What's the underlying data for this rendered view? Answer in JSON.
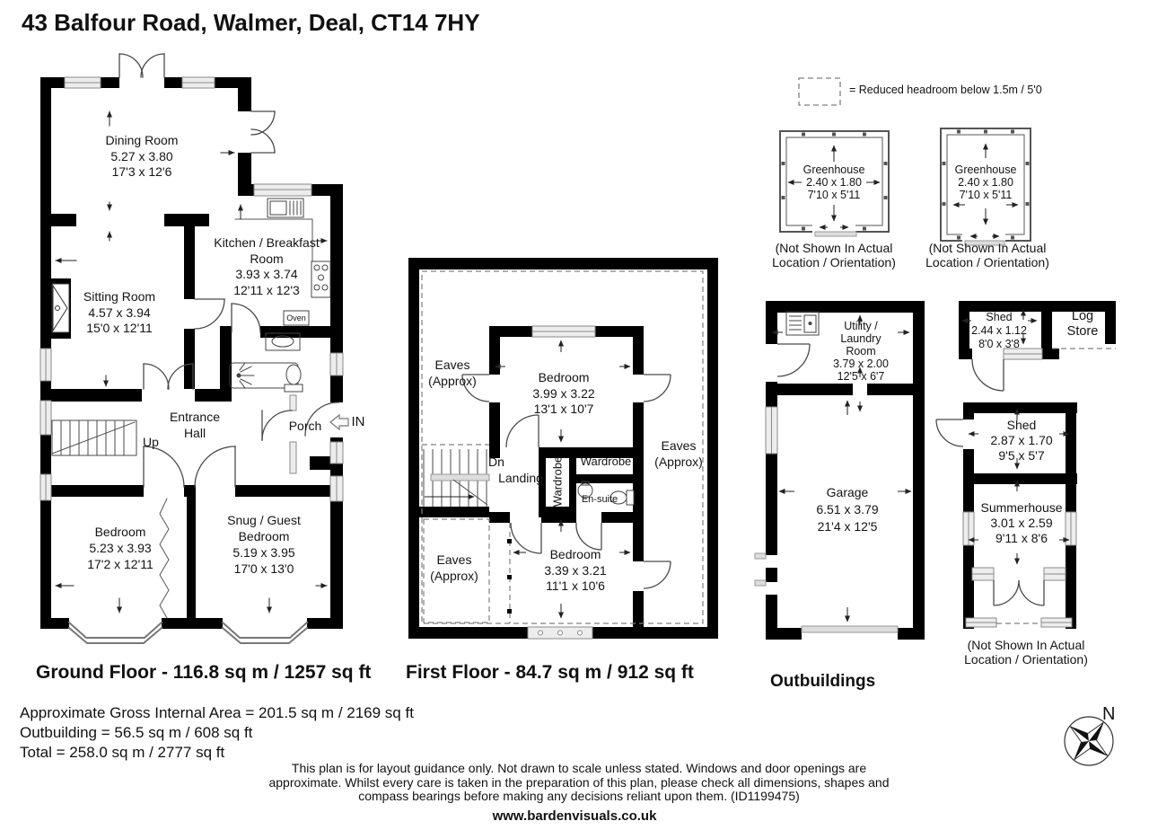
{
  "title": "43 Balfour Road, Walmer, Deal, CT14 7HY",
  "legend": {
    "text": "= Reduced headroom below 1.5m / 5'0"
  },
  "ground_floor": {
    "label": "Ground Floor - 116.8 sq m / 1257 sq ft",
    "rooms": {
      "dining": {
        "name": "Dining Room",
        "metric": "5.27 x 3.80",
        "imperial": "17'3 x 12'6"
      },
      "kitchen": {
        "name": "Kitchen / Breakfast Room",
        "metric": "3.93 x 3.74",
        "imperial": "12'11 x 12'3"
      },
      "sitting": {
        "name": "Sitting Room",
        "metric": "4.57 x 3.94",
        "imperial": "15'0 x 12'11"
      },
      "entrance_hall": {
        "name": "Entrance Hall"
      },
      "porch": {
        "name": "Porch"
      },
      "bedroom": {
        "name": "Bedroom",
        "metric": "5.23 x 3.93",
        "imperial": "17'2 x 12'11"
      },
      "snug": {
        "name": "Snug / Guest Bedroom",
        "metric": "5.19 x 3.95",
        "imperial": "17'0 x 13'0"
      }
    },
    "annotations": {
      "up": "Up",
      "in": "IN",
      "oven": "Oven"
    }
  },
  "first_floor": {
    "label": "First Floor - 84.7 sq m / 912 sq ft",
    "rooms": {
      "bedroom1": {
        "name": "Bedroom",
        "metric": "3.99 x 3.22",
        "imperial": "13'1 x 10'7"
      },
      "bedroom2": {
        "name": "Bedroom",
        "metric": "3.39 x 3.21",
        "imperial": "11'1 x 10'6"
      },
      "landing": {
        "name": "Landing"
      },
      "ensuite": {
        "name": "En-suite"
      },
      "wardrobe_left": {
        "name": "Wardrobe"
      },
      "wardrobe_right": {
        "name": "Wardrobe"
      },
      "eaves_top_left": {
        "name": "Eaves (Approx)"
      },
      "eaves_bottom_left": {
        "name": "Eaves (Approx)"
      },
      "eaves_right": {
        "name": "Eaves (Approx)"
      }
    },
    "annotations": {
      "down": "Dn"
    }
  },
  "outbuildings": {
    "label": "Outbuildings",
    "note": "(Not Shown In Actual Location / Orientation)",
    "greenhouse1": {
      "name": "Greenhouse",
      "metric": "2.40 x 1.80",
      "imperial": "7'10 x 5'11",
      "note": "(Not Shown In Actual Location / Orientation)"
    },
    "greenhouse2": {
      "name": "Greenhouse",
      "metric": "2.40 x 1.80",
      "imperial": "7'10 x 5'11",
      "note": "(Not Shown In Actual Location / Orientation)"
    },
    "utility": {
      "name": "Utility / Laundry Room",
      "metric": "3.79 x 2.00",
      "imperial": "12'5 x 6'7"
    },
    "shed_small": {
      "name": "Shed",
      "metric": "2.44 x 1.12",
      "imperial": "8'0 x 3'8"
    },
    "log_store": {
      "name": "Log Store"
    },
    "garage": {
      "name": "Garage",
      "metric": "6.51 x 3.79",
      "imperial": "21'4 x 12'5"
    },
    "shed_large": {
      "name": "Shed",
      "metric": "2.87 x 1.70",
      "imperial": "9'5 x 5'7"
    },
    "summerhouse": {
      "name": "Summerhouse",
      "metric": "3.01 x 2.59",
      "imperial": "9'11 x 8'6"
    }
  },
  "footer": {
    "gross_area": "Approximate Gross Internal Area = 201.5 sq m / 2169 sq ft",
    "outbuilding_area": "Outbuilding = 56.5 sq m / 608 sq ft",
    "total_area": "Total = 258.0 sq m / 2777 sq ft",
    "disclaimer": "This plan is for layout guidance only. Not drawn to scale unless stated. Windows and door openings are approximate. Whilst every care is taken in the preparation of this plan, please check all dimensions, shapes and compass bearings before making any decisions reliant upon them. (ID1199475)",
    "website": "www.bardenvisuals.co.uk"
  },
  "compass": {
    "north": "N"
  },
  "colors": {
    "wall": "#000000",
    "window_fill": "#ededed",
    "window_line": "#8a8a8a",
    "dashed": "#808080"
  }
}
